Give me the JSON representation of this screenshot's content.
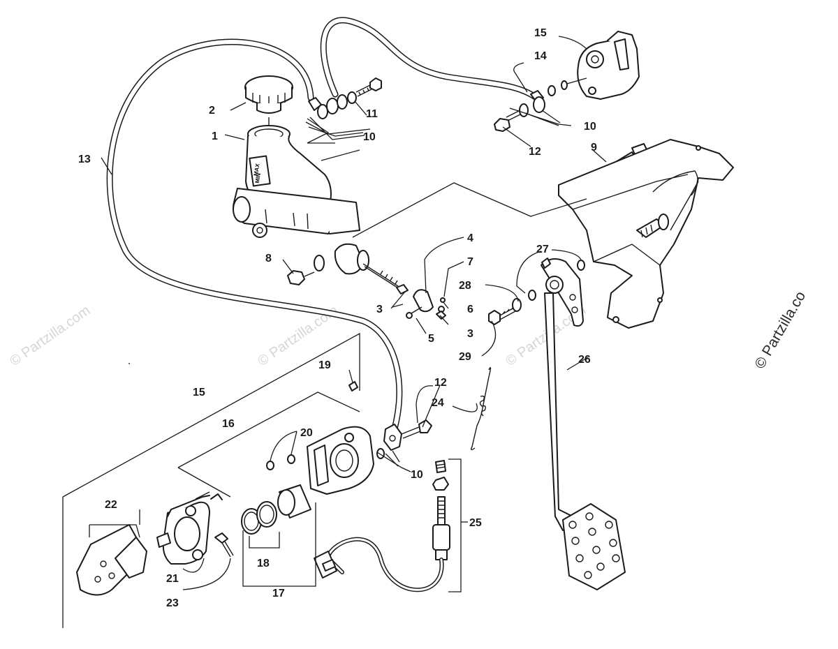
{
  "diagram": {
    "watermark": "© Partzilla.com",
    "watermark_edge": "© Partzilla.co",
    "part_labels": {
      "p1": "1",
      "p2": "2",
      "p3a": "3",
      "p3b": "3",
      "p4": "4",
      "p5": "5",
      "p6": "6",
      "p7": "7",
      "p8": "8",
      "p9": "9",
      "p10a": "10",
      "p10b": "10",
      "p10c": "10",
      "p11": "11",
      "p12a": "12",
      "p12b": "12",
      "p13": "13",
      "p14": "14",
      "p15a": "15",
      "p15b": "15",
      "p16": "16",
      "p17": "17",
      "p18": "18",
      "p19": "19",
      "p20": "20",
      "p21": "21",
      "p22": "22",
      "p23": "23",
      "p24": "24",
      "p25": "25",
      "p26": "26",
      "p27": "27",
      "p28": "28",
      "p29": "29"
    },
    "reservoir_text": {
      "max": "MAX",
      "min": "MIN"
    }
  }
}
